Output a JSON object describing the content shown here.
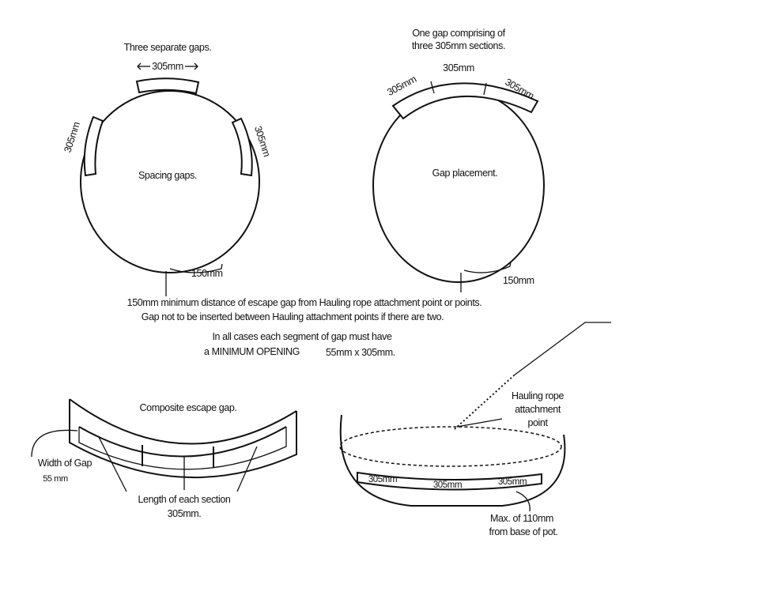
{
  "left_diagram": {
    "title": "Three separate gaps.",
    "center_label": "Spacing gaps.",
    "top_gap": "305mm",
    "left_gap": "305mm",
    "right_gap": "305mm",
    "distance": "150mm"
  },
  "right_diagram": {
    "title_line1": "One gap comprising of",
    "title_line2": "three 305mm sections.",
    "center_label": "Gap placement.",
    "section1": "305mm",
    "section2": "305mm",
    "section3": "305mm",
    "distance": "150mm"
  },
  "notes": {
    "line1": "150mm minimum distance of escape gap from Hauling rope attachment point or points.",
    "line2": "Gap not to be inserted between Hauling attachment points if there are two.",
    "line3": "In all cases each segment of gap must have",
    "line4_prefix": "a MINIMUM OPENING",
    "line4_value": "55mm x 305mm."
  },
  "composite": {
    "title": "Composite escape gap.",
    "width_label": "Width of Gap",
    "width_value": "55 mm",
    "length_label": "Length of each section",
    "length_value": "305mm."
  },
  "pot": {
    "rope_line1": "Hauling rope",
    "rope_line2": "attachment",
    "rope_line3": "point",
    "section1": "305mm",
    "section2": "305mm",
    "section3": "305mm",
    "max_line1": "Max. of 110mm",
    "max_line2": "from base of pot."
  }
}
